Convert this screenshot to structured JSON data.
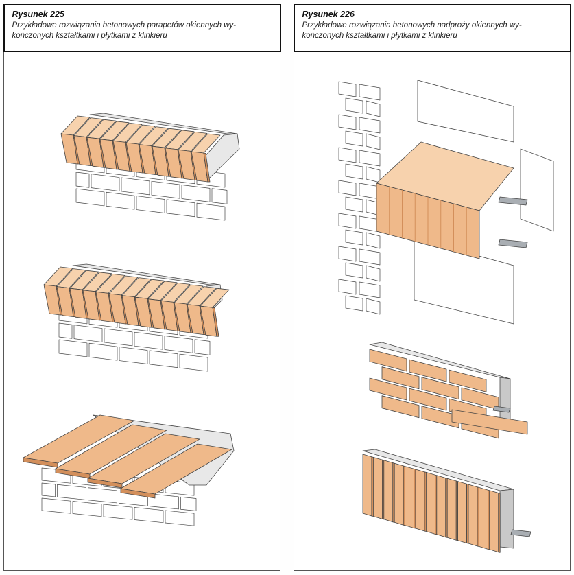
{
  "figures": [
    {
      "title": "Rysunek 225",
      "caption_line1": "Przykładowe rozwiązania betonowych parapetów okiennych wy-",
      "caption_line2": "kończonych kształtkami i płytkami z klinkieru",
      "drawings": [
        "parapet-angled-bricks",
        "parapet-angled-bricks-variant",
        "parapet-flat-tiles"
      ]
    },
    {
      "title": "Rysunek 226",
      "caption_line1": "Przykładowe rozwiązania betonowych nadproży okiennych wy-",
      "caption_line2": "kończonych kształtkami i płytkami z klinkieru",
      "drawings": [
        "lintel-in-wall",
        "lintel-brick-slips",
        "lintel-vertical-slips"
      ]
    }
  ],
  "colors": {
    "clinker": "#efb98a",
    "clinker_dark": "#d38f5b",
    "clinker_light": "#f7d2ad",
    "concrete": "#e8e8e8",
    "concrete_dark": "#c9c9c9",
    "steel": "#a9aeb3",
    "outline": "#444444"
  }
}
